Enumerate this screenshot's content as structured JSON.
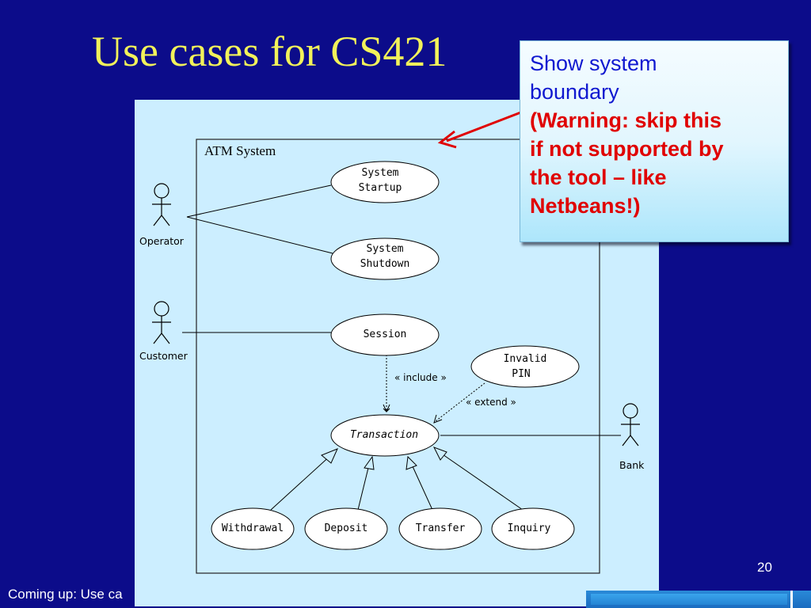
{
  "slide": {
    "title": "Use cases for CS421",
    "page_number": "20",
    "footer": "Coming up: Use ca"
  },
  "callout": {
    "line1": "Show system",
    "line2": "boundary",
    "warn1": "(Warning: skip this",
    "warn2": "if not supported by",
    "warn3": "the tool – like",
    "warn4": "Netbeans!)"
  },
  "diagram": {
    "system_name": "ATM System",
    "actors": {
      "operator": "Operator",
      "customer": "Customer",
      "bank": "Bank"
    },
    "use_cases": {
      "startup_line1": "System",
      "startup_line2": "Startup",
      "shutdown_line1": "System",
      "shutdown_line2": "Shutdown",
      "session": "Session",
      "invalid_line1": "Invalid",
      "invalid_line2": "PIN",
      "transaction": "Transaction",
      "withdrawal": "Withdrawal",
      "deposit": "Deposit",
      "transfer": "Transfer",
      "inquiry": "Inquiry"
    },
    "relations": {
      "include": "« include »",
      "extend": "« extend »"
    }
  },
  "colors": {
    "background": "#0c0c8a",
    "title": "#f2f25a",
    "panel": "#cceeff",
    "callout_text": "#1018d0",
    "warning_text": "#e00000",
    "arrow": "#e00000"
  }
}
